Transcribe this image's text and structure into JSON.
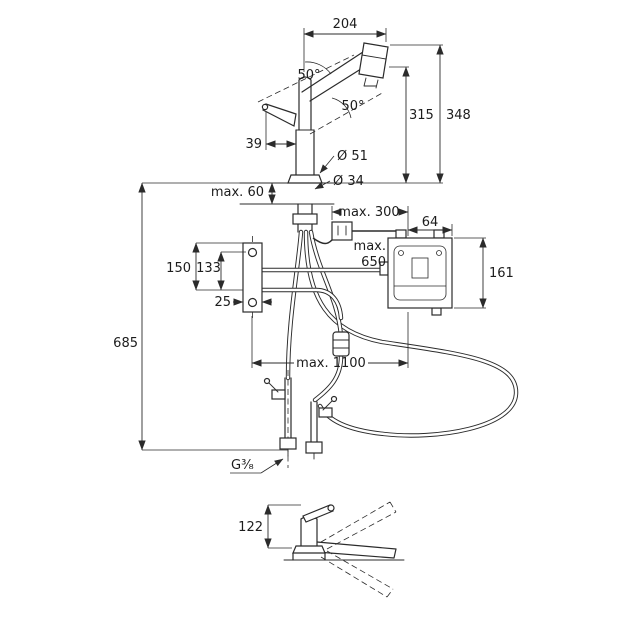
{
  "drawing": {
    "labels": {
      "reach": "204",
      "height_total": "348",
      "height_spout": "315",
      "angle_spout": "50°",
      "angle_head": "50°",
      "handle_proj": "39",
      "dia_base": "Ø 51",
      "dia_hole": "Ø 34",
      "deck_max": "max. 60",
      "hose_max_300": "max. 300",
      "box_width": "64",
      "hose_max_650_a": "max.",
      "hose_max_650_b": "650",
      "box_height": "161",
      "plate_dim_150": "150",
      "plate_dim_133": "133",
      "plate_width": "25",
      "height_overall": "685",
      "hose_max_1100": "max. 1100",
      "thread": "G³⁄₈",
      "side_height": "122"
    },
    "colors": {
      "line": "#2b2b2b",
      "background": "#ffffff"
    }
  }
}
